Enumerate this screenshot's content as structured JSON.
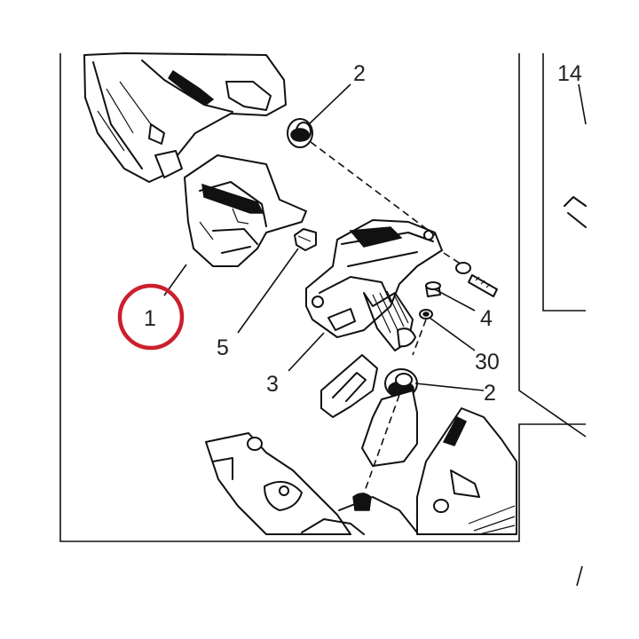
{
  "callouts": {
    "item_1": "1",
    "item_2_top": "2",
    "item_2_bottom": "2",
    "item_3": "3",
    "item_4": "4",
    "item_5": "5",
    "item_14": "14",
    "item_30": "30"
  },
  "colors": {
    "highlight_ring": "#cc1f2d",
    "line": "#111111",
    "background": "#ffffff"
  }
}
